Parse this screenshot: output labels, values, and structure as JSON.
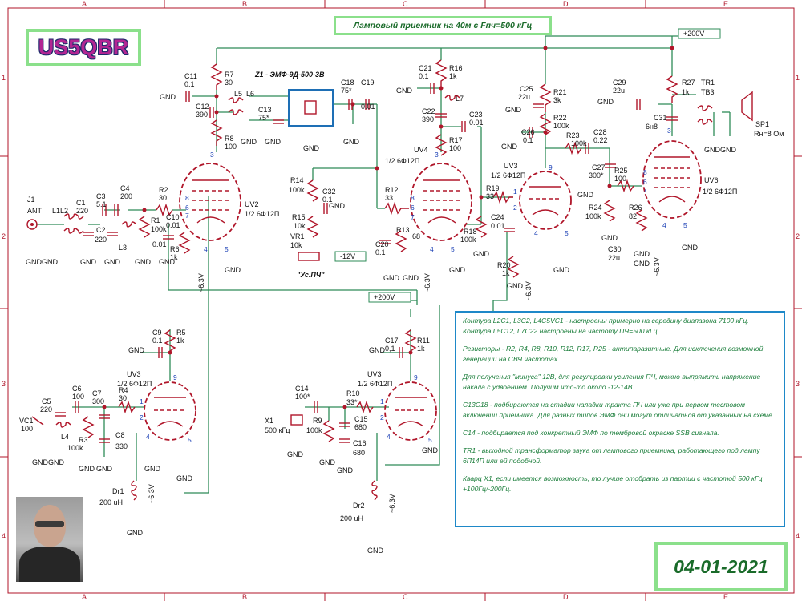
{
  "title": "Ламповый приемник на 40м с Fпч=500 кГц",
  "callsign": "US5QBR",
  "date": "04-01-2021",
  "grid": {
    "cols": [
      "A",
      "B",
      "C",
      "D",
      "E"
    ],
    "rows": [
      "1",
      "2",
      "3",
      "4"
    ]
  },
  "nets": {
    "hv1": "+200V",
    "hv2": "+200V",
    "neg12": "-12V",
    "gnd": "GND",
    "us_pch": "\"Ус.ПЧ\"",
    "filament": "~6.3V"
  },
  "filter_label": "Z1 - ЭМФ-9Д-500-3В",
  "tubes": [
    {
      "ref": "UV2",
      "type": "1/2 6Ф12П"
    },
    {
      "ref": "UV4",
      "type": "1/2 6Ф12П"
    },
    {
      "ref": "UV3",
      "type": "1/2 6Ф12П"
    },
    {
      "ref": "UV6",
      "type": "1/2 6Ф12П"
    },
    {
      "ref": "UV3",
      "type": "1/2 6Ф12П"
    },
    {
      "ref": "UV3",
      "type": "1/2 6Ф12П"
    }
  ],
  "components": {
    "J1": "ANT",
    "L1L2": "",
    "C1": "220",
    "C2": "220",
    "C3": "5.1",
    "C4": "200",
    "L3": "",
    "R1": "100k",
    "R2": "30",
    "C10": "0.01",
    "R6": "1k",
    "C11": "0.1",
    "R7": "30",
    "C12": "390",
    "L5": "",
    "L6": "",
    "C13": "75*",
    "R8": "100",
    "C18": "75*",
    "C19": "0.01",
    "R14": "100k",
    "C32": "0.1",
    "R15": "10k",
    "VR1": "10k",
    "C21": "0.1",
    "R16": "1k",
    "L7": "",
    "C22": "390",
    "C23": "0.01",
    "R17": "100",
    "R12": "33",
    "R13": "",
    "C20": "0.1",
    "R18": "100k",
    "C25": "22u",
    "R21": "3k",
    "R22": "100k",
    "C26": "0.1",
    "R23": "100k",
    "C28": "0.22",
    "C27": "300*",
    "R19": "33",
    "C24": "0.01",
    "R20": "1k",
    "R24": "100k",
    "R25": "100",
    "R26": "82",
    "C30": "22u",
    "C29": "22u",
    "R27": "1k",
    "TR1": "TB3",
    "C31": "6н8",
    "SP1": "Rн=8 Ом",
    "C9": "0.1",
    "R5": "1k",
    "C5": "220",
    "C6": "100",
    "C7": "300",
    "R4": "30",
    "VC1": "100",
    "L4": "",
    "R3": "100k",
    "C8": "330",
    "Dr1": "200 uH",
    "C17": "0,1",
    "R11": "1k",
    "C14": "100*",
    "R10": "33*",
    "X1": "500 кГц",
    "R9": "100k",
    "C15": "680",
    "C16": "680",
    "Dr2": "200 uH",
    "val68": "68"
  },
  "notes": [
    "Контура L2C1, L3C2, L4C5VC1 - настроены примерно на середину диапазона 7100 кГц. Контура L5C12, L7C22 настроены на частоту ПЧ=500 кГц.",
    "Резисторы - R2, R4, R8, R10, R12, R17, R25 - антипаразитные. Для исключения возможной генерации на СВЧ частотах.",
    "Для получения \"минуса\" 12В, для регулировки усиления ПЧ, можно выпрямить напряжение накала с удвоением. Получим что-то около -12-14В.",
    "C13C18 - подбираются на стадии наладки тракта ПЧ или уже при первом тестовом включении приемника. Для разных типов ЭМФ они могут отличаться от указанных на схеме.",
    "C14 - подбирается под конкретный ЭМФ по тембровой окраске SSB сигнала.",
    "TR1 - выходной трансформатор звука от лампового приемника, работающего под лампу 6П14П или ей подобной.",
    "Кварц X1, если имеется возможность, то лучше отобрать из партии с частотой 500 кГц +100Гц/-200Гц."
  ],
  "colors": {
    "wire": "#2e8b57",
    "part": "#b0162a",
    "pin": "#1a3fb5",
    "frame": "#8be08b",
    "notes_border": "#1e88c8",
    "callsign": "#b32693"
  }
}
